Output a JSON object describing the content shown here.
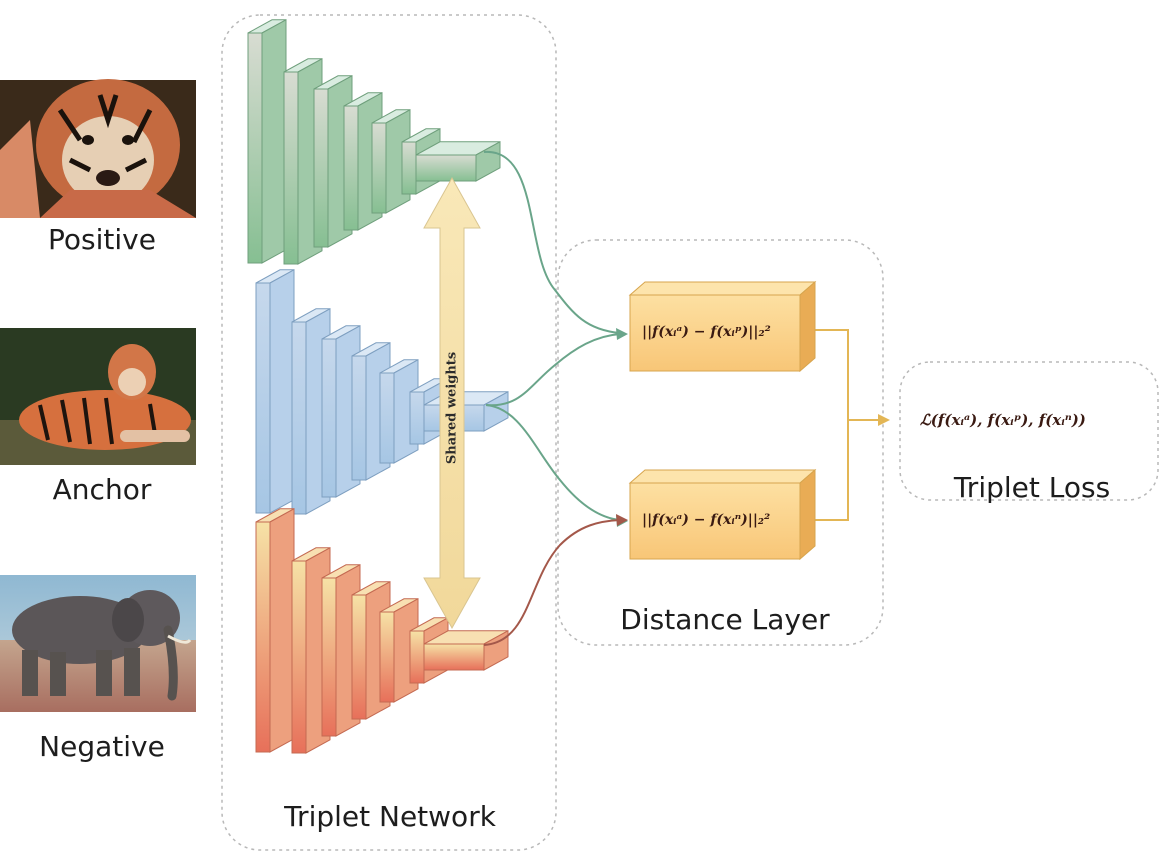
{
  "inputs": [
    {
      "label": "Positive",
      "image": "tiger-face-photo"
    },
    {
      "label": "Anchor",
      "image": "lying-tiger-photo"
    },
    {
      "label": "Negative",
      "image": "elephant-photo"
    }
  ],
  "groups": {
    "network": "Triplet Network",
    "distance": "Distance Layer",
    "loss": "Triplet Loss"
  },
  "shared_weights": "Shared weights",
  "distance_formulas": [
    "||f(xᵢᵃ) − f(xᵢᵖ)||₂²",
    "||f(xᵢᵃ) − f(xᵢⁿ)||₂²"
  ],
  "loss_formula": "ℒ(f(xᵢᵃ), f(xᵢᵖ), f(xᵢⁿ))",
  "colors": {
    "positive_net": "#8fc29a",
    "anchor_net": "#a7c4e2",
    "negative_net": "#e8765f",
    "distance_box": "#f9c97a",
    "shared_arrow": "#f6dfa6",
    "line_positive": "#6aa58a",
    "line_anchor": "#6aa58a",
    "line_negative": "#a4584a",
    "line_loss": "#e3b655",
    "dashed_border": "#b8b8b8"
  }
}
